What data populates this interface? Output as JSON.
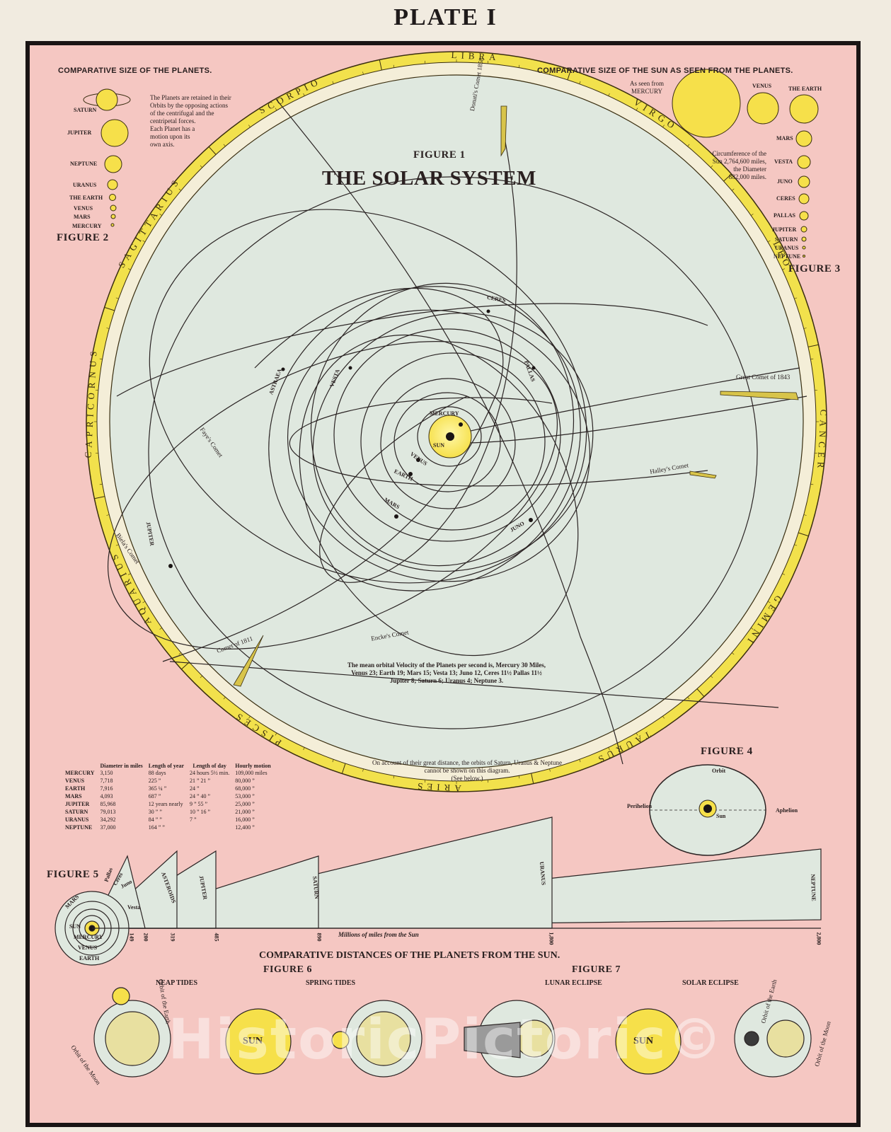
{
  "plate_title": "PLATE I",
  "fig1": {
    "label": "FIGURE 1",
    "title": "THE SOLAR SYSTEM",
    "zodiac": [
      "LIBRA",
      "VIRGO",
      "LEO",
      "CANCER",
      "GEMINI",
      "TAURUS",
      "ARIES",
      "PISCES",
      "AQUARIUS",
      "CAPRICORNUS",
      "SAGITTARIUS",
      "SCORPIO"
    ],
    "orbit_labels": {
      "mercury": "MERCURY",
      "sun": "SUN",
      "venus": "VENUS",
      "earth": "EARTH",
      "mars": "MARS",
      "vesta": "VESTA",
      "astraea": "ASTRAEA",
      "ceres": "CERES",
      "pallas": "PALLAS",
      "juno": "JUNO",
      "jupiter": "JUPITER"
    },
    "comets": {
      "donati": "Donati's Comet 1858",
      "great1843": "Great Comet of 1843",
      "halley": "Halley's Comet",
      "faye": "Faye's Comet",
      "biela": "Biela's Comet",
      "encke": "Encke's Comet",
      "c1811": "Comet of 1811"
    },
    "velocity_note": [
      "The mean orbital Velocity of the Planets per second is, Mercury 30 Miles,",
      "Venus 23; Earth 19; Mars 15; Vesta 13; Juno 12, Ceres 11½ Pallas 11½",
      "Jupiter 8; Saturn 6; Uranus 4; Neptune 3."
    ],
    "distance_note": [
      "On account of their great distance, the orbits of Saturn, Uranus & Neptune",
      "cannot be shown on this diagram.",
      "(See below.)"
    ]
  },
  "fig2": {
    "header": "COMPARATIVE SIZE OF THE PLANETS.",
    "label": "FIGURE 2",
    "note": [
      "The Planets are retained in their",
      "Orbits by the opposing actions",
      "of the centrifugal and the",
      "centripetal forces.",
      "Each Planet has a",
      "motion upon its",
      "own axis."
    ],
    "planets": [
      "SATURN",
      "JUPITER",
      "NEPTUNE",
      "URANUS",
      "THE EARTH",
      "VENUS",
      "MARS",
      "MERCURY"
    ]
  },
  "fig3": {
    "header": "COMPARATIVE SIZE OF THE SUN AS SEEN FROM THE PLANETS.",
    "label": "FIGURE 3",
    "as_seen_from": [
      "As seen from",
      "MERCURY"
    ],
    "top_labels": [
      "VENUS",
      "THE EARTH"
    ],
    "note": [
      "Circumference of the",
      "Sun 2,764,600 miles,",
      "the Diameter",
      "882,000 miles."
    ],
    "list": [
      "MARS",
      "VESTA",
      "JUNO",
      "CERES",
      "PALLAS",
      "JUPITER",
      "SATURN",
      "URANUS",
      "NEPTUNE"
    ]
  },
  "fig4": {
    "label": "FIGURE 4",
    "orbit": "Orbit",
    "perihelion": "Perihelion",
    "aphelion": "Aphelion",
    "sun": "Sun"
  },
  "table": {
    "headers": [
      "",
      "Diameter in miles",
      "Length of year",
      "Length of day",
      "Hourly motion"
    ],
    "rows": [
      [
        "MERCURY",
        "3,150",
        "88 days",
        "24 hours 5½ min.",
        "109,000 miles"
      ],
      [
        "VENUS",
        "7,718",
        "225 ”",
        "21 ” 21 ”",
        "80,000 ”"
      ],
      [
        "EARTH",
        "7,916",
        "365 ¼ ”",
        "24 ”",
        "68,000 ”"
      ],
      [
        "MARS",
        "4,093",
        "687 ”",
        "24 ” 40 ”",
        "53,000 ”"
      ],
      [
        "JUPITER",
        "85,968",
        "12 years nearly",
        "9 ” 55 ”",
        "25,000 ”"
      ],
      [
        "SATURN",
        "79,013",
        "30 ” ”",
        "10 ” 16 ”",
        "21,000 ”"
      ],
      [
        "URANUS",
        "34,292",
        "84 ” ”",
        "7 ”",
        "16,000 ”"
      ],
      [
        "NEPTUNE",
        "37,000",
        "164 ” ”",
        "",
        "12,400 ”"
      ]
    ]
  },
  "fig5": {
    "label": "FIGURE 5",
    "title": "COMPARATIVE DISTANCES OF THE PLANETS FROM THE SUN.",
    "axis_label": "Millions of miles from the Sun",
    "bands": [
      "ASTEROIDS",
      "JUPITER",
      "SATURN",
      "URANUS",
      "NEPTUNE"
    ],
    "inner": [
      "SUN",
      "MERCURY",
      "VENUS",
      "EARTH",
      "MARS",
      "Vesta",
      "Juno",
      "Ceres",
      "Pallas"
    ],
    "ticks": [
      "149",
      "200",
      "319",
      "485",
      "890",
      "1,800",
      "2,800"
    ]
  },
  "fig6": {
    "label": "FIGURE 6",
    "neap": "NEAP TIDES",
    "spring": "SPRING TIDES",
    "sun": "SUN",
    "orbit_moon": "Orbit of the Moon",
    "orbit_earth": "Orbit of the Earth"
  },
  "fig7": {
    "label": "FIGURE 7",
    "lunar": "LUNAR ECLIPSE",
    "solar": "SOLAR ECLIPSE",
    "sun": "SUN",
    "orbit_moon": "Orbit of the Moon",
    "orbit_earth": "Orbit of the Earth"
  },
  "watermark": "HistoricPictoric©"
}
